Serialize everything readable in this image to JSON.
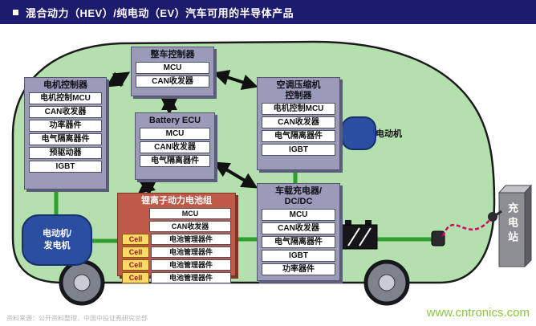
{
  "header": {
    "title": "混合动力（HEV）/纯电动（EV）汽车可用的半导体产品"
  },
  "diagram": {
    "vcu": {
      "title": "整车控制器",
      "items": [
        "MCU",
        "CAN收发器"
      ]
    },
    "motor_controller": {
      "title": "电机控制器",
      "items": [
        "电机控制MCU",
        "CAN收发器",
        "功率器件",
        "电气隔离器件",
        "预驱动器",
        "IGBT"
      ]
    },
    "battery_ecu": {
      "title": "Battery ECU",
      "items": [
        "MCU",
        "CAN收发器",
        "电气隔离器件"
      ]
    },
    "ac_controller": {
      "title": "空调压缩机\n控制器",
      "items": [
        "电机控制MCU",
        "CAN收发器",
        "电气隔离器件",
        "IGBT"
      ]
    },
    "obc": {
      "title": "车载充电器/\nDC/DC",
      "items": [
        "MCU",
        "CAN收发器",
        "电气隔离器件",
        "IGBT",
        "功率器件"
      ]
    },
    "battery_pack": {
      "title": "锂离子动力电池组",
      "items": [
        "MCU",
        "CAN收发器"
      ],
      "cell_label": "Cell",
      "bms_label": "电池管理器件",
      "cell_count": 4
    },
    "motor_generator": {
      "label": "电动机/\n发电机"
    },
    "motor_right": {
      "label": "电动机"
    },
    "charging_station": {
      "label": "充电站"
    }
  },
  "footer": {
    "source": "资料来源：公开资料整理，中国中投证券研究总部",
    "watermark": "www.cntronics.com"
  },
  "colors": {
    "header_bg": "#1d1b6e",
    "box_fill": "#9a9ab9",
    "box_shadow": "#5c5c7d",
    "battery_fill": "#c05a48",
    "battery_shadow": "#7c3423",
    "cell_fill": "#ffd966",
    "motor_blue": "#2b4ea0",
    "line_green": "#2f9e2f",
    "car_green": "#b4e0ae",
    "cable_red": "#d4006a",
    "watermark_green": "#8dc63f"
  }
}
